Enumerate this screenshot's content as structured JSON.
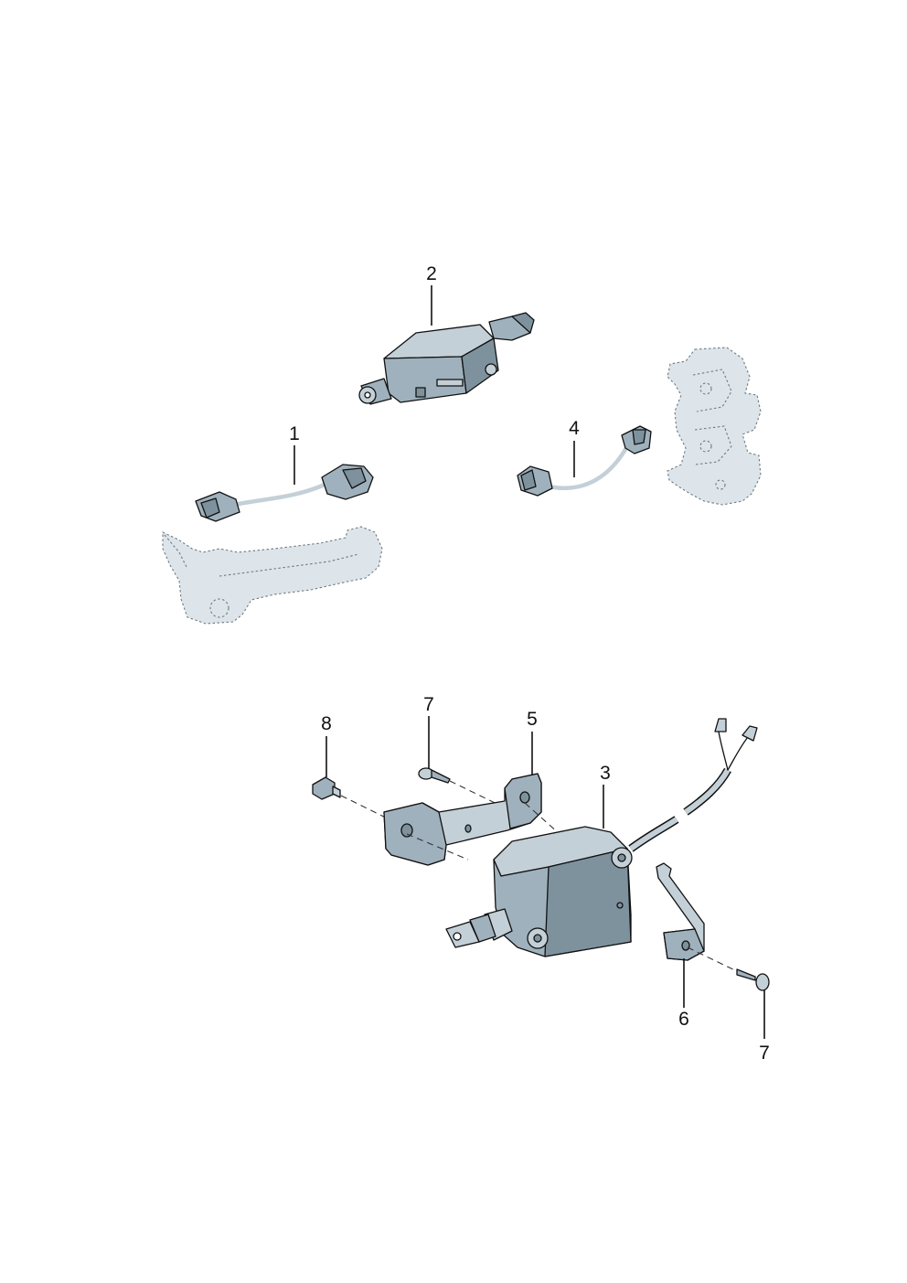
{
  "diagram": {
    "part_labels": [
      "1",
      "2",
      "3",
      "4",
      "5",
      "6",
      "7",
      "7",
      "8"
    ]
  },
  "colors": {
    "part_fill": "#9fb1bc",
    "part_fill_light": "#c4d0d7",
    "part_fill_dark": "#7e929e",
    "ghost_fill": "#dde5ea",
    "outline": "#111111"
  }
}
